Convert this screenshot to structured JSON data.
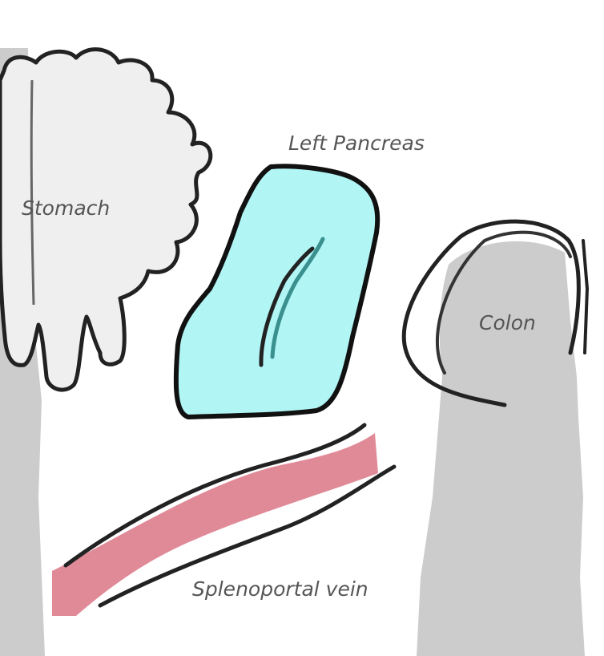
{
  "labels": {
    "stomach": "Stomach",
    "left_pancreas": "Left Pancreas",
    "colon": "Colon",
    "splenoportal_vein": "Splenoportal vein"
  },
  "colors": {
    "stomach_fill": "#efefef",
    "tissue_gray": "#cccccc",
    "pancreas_fill": "#b2f5f5",
    "vein_fill": "#e08a98",
    "outline": "#222222",
    "label_text": "#555555"
  }
}
